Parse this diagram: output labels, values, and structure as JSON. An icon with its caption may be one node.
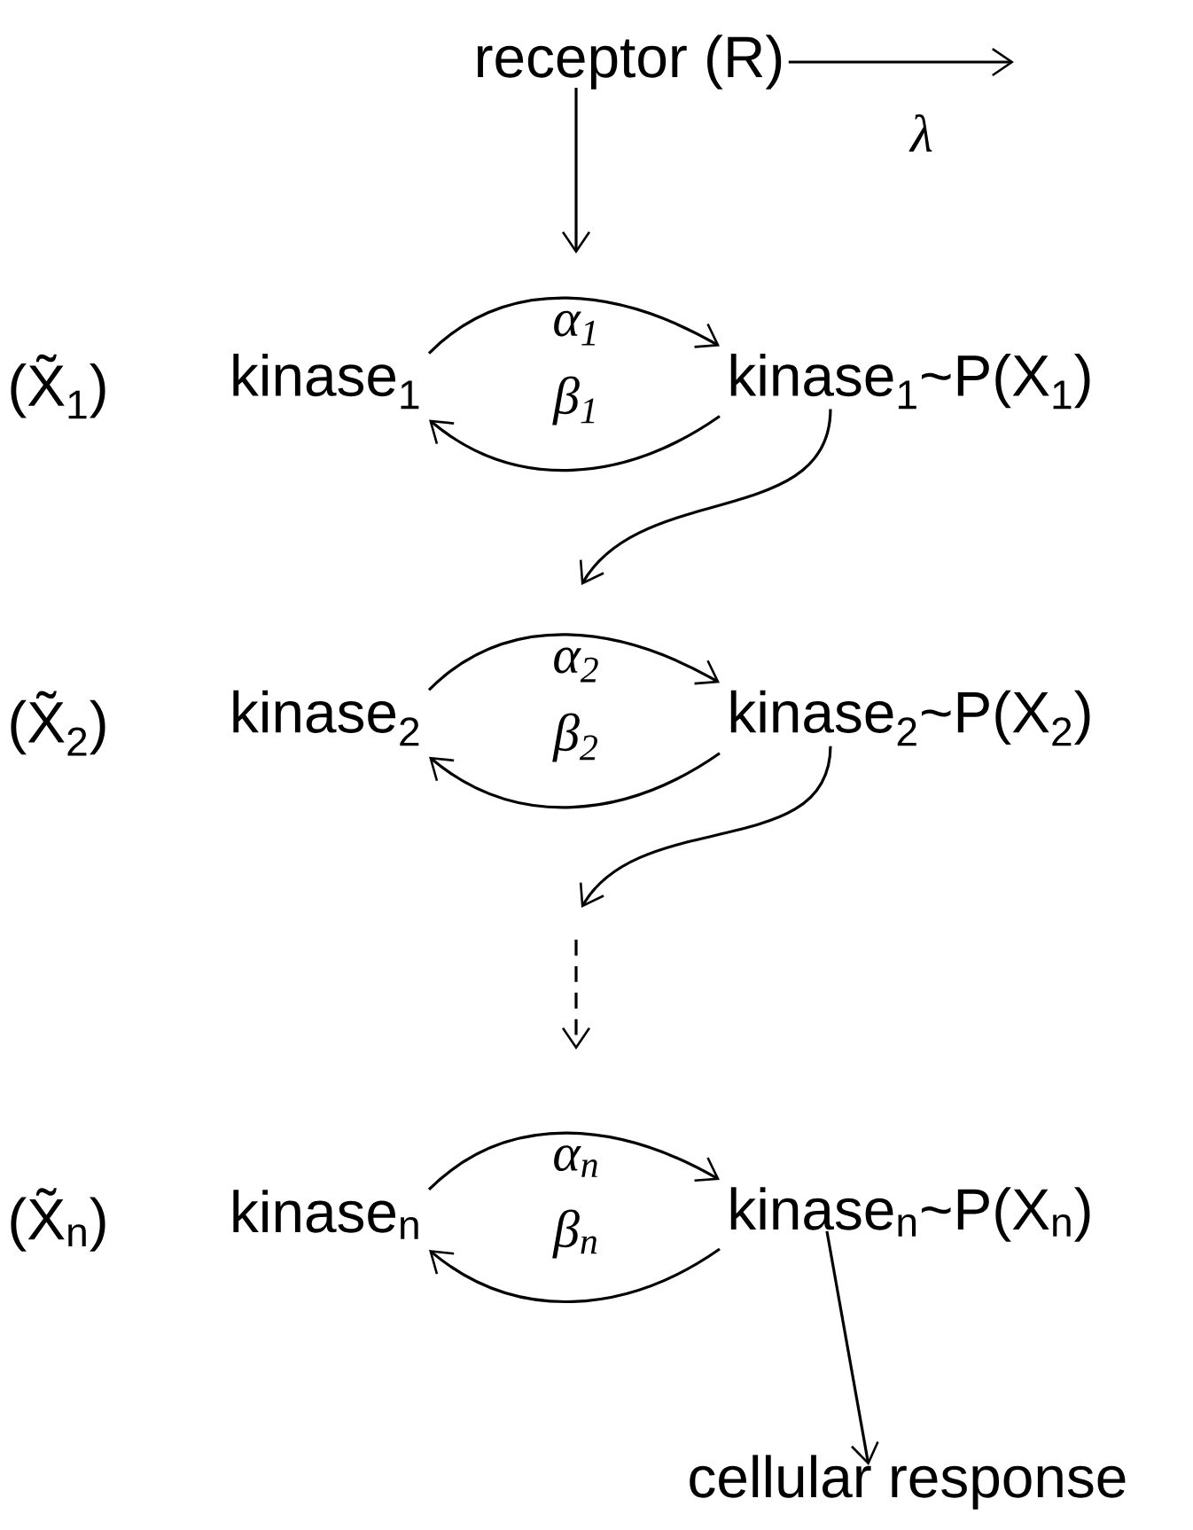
{
  "diagram": {
    "nodes": [
      {
        "text": [
          "receptor (R)"
        ]
      },
      {
        "text": [
          "kinase$_{1}$"
        ],
        "beside": [
          "(X̃$_{1}$)"
        ]
      },
      {
        "text": [
          "kinase$_{1}$~P(X$_{1}$)"
        ]
      },
      {
        "text": [
          "kinase$_{2}$"
        ],
        "beside": [
          "(X̃$_{2}$)"
        ]
      },
      {
        "text": [
          "kinase$_{2}$~P(X$_{2}$)"
        ]
      },
      {
        "text": [
          "kinase$_{n}$"
        ],
        "beside": [
          "(X̃$_{n}$)"
        ]
      },
      {
        "text": [
          "kinase$_{n}$~P(X$_{n}$)"
        ]
      },
      {
        "text": [
          "cellular response"
        ]
      }
    ],
    "edges": [
      {
        "from": 0,
        "to": null,
        "arrow": "to",
        "label": "λ"
      },
      {
        "from": 0,
        "to": null,
        "arrow": "to"
      },
      {
        "from": 1,
        "to": 2,
        "arrow": "to",
        "label": "α$_{1}$"
      },
      {
        "from": 2,
        "to": 1,
        "arrow": "to",
        "label": "β$_{1}$"
      },
      {
        "from": 2,
        "to": null,
        "arrow": "to"
      },
      {
        "from": 3,
        "to": 4,
        "arrow": "to",
        "label": "α$_{2}$"
      },
      {
        "from": 4,
        "to": 3,
        "arrow": "to",
        "label": "β$_{2}$"
      },
      {
        "from": 4,
        "to": null,
        "arrow": "to"
      },
      {
        "from": 5,
        "to": 6,
        "arrow": "to",
        "label": "α$_{n}$"
      },
      {
        "from": 6,
        "to": 5,
        "arrow": "to",
        "label": "β$_{n}$"
      },
      {
        "from": 6,
        "to": 7,
        "arrow": "to"
      }
    ]
  }
}
